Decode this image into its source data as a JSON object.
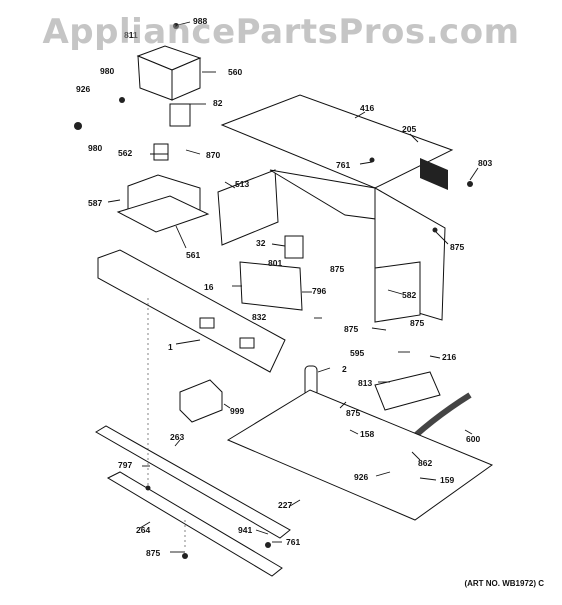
{
  "watermark": "AppliancePartsPros.com",
  "art_no": "(ART NO. WB1972) C",
  "labels": {
    "p988": "988",
    "p811": "811",
    "p560": "560",
    "p980a": "980",
    "p926a": "926",
    "p980b": "980",
    "p82": "82",
    "p562": "562",
    "p870": "870",
    "p587": "587",
    "p561": "561",
    "p513": "513",
    "p416": "416",
    "p205": "205",
    "p761a": "761",
    "p803": "803",
    "p875a": "875",
    "p32": "32",
    "p801": "801",
    "p875b": "875",
    "p16": "16",
    "p796": "796",
    "p582": "582",
    "p832": "832",
    "p875c": "875",
    "p875d": "875",
    "p1": "1",
    "p595": "595",
    "p216": "216",
    "p2": "2",
    "p813": "813",
    "p999": "999",
    "p875e": "875",
    "p158": "158",
    "p600": "600",
    "p263": "263",
    "p862": "862",
    "p797": "797",
    "p926b": "926",
    "p159": "159",
    "p227": "227",
    "p264": "264",
    "p941": "941",
    "p761b": "761",
    "p875f": "875"
  }
}
